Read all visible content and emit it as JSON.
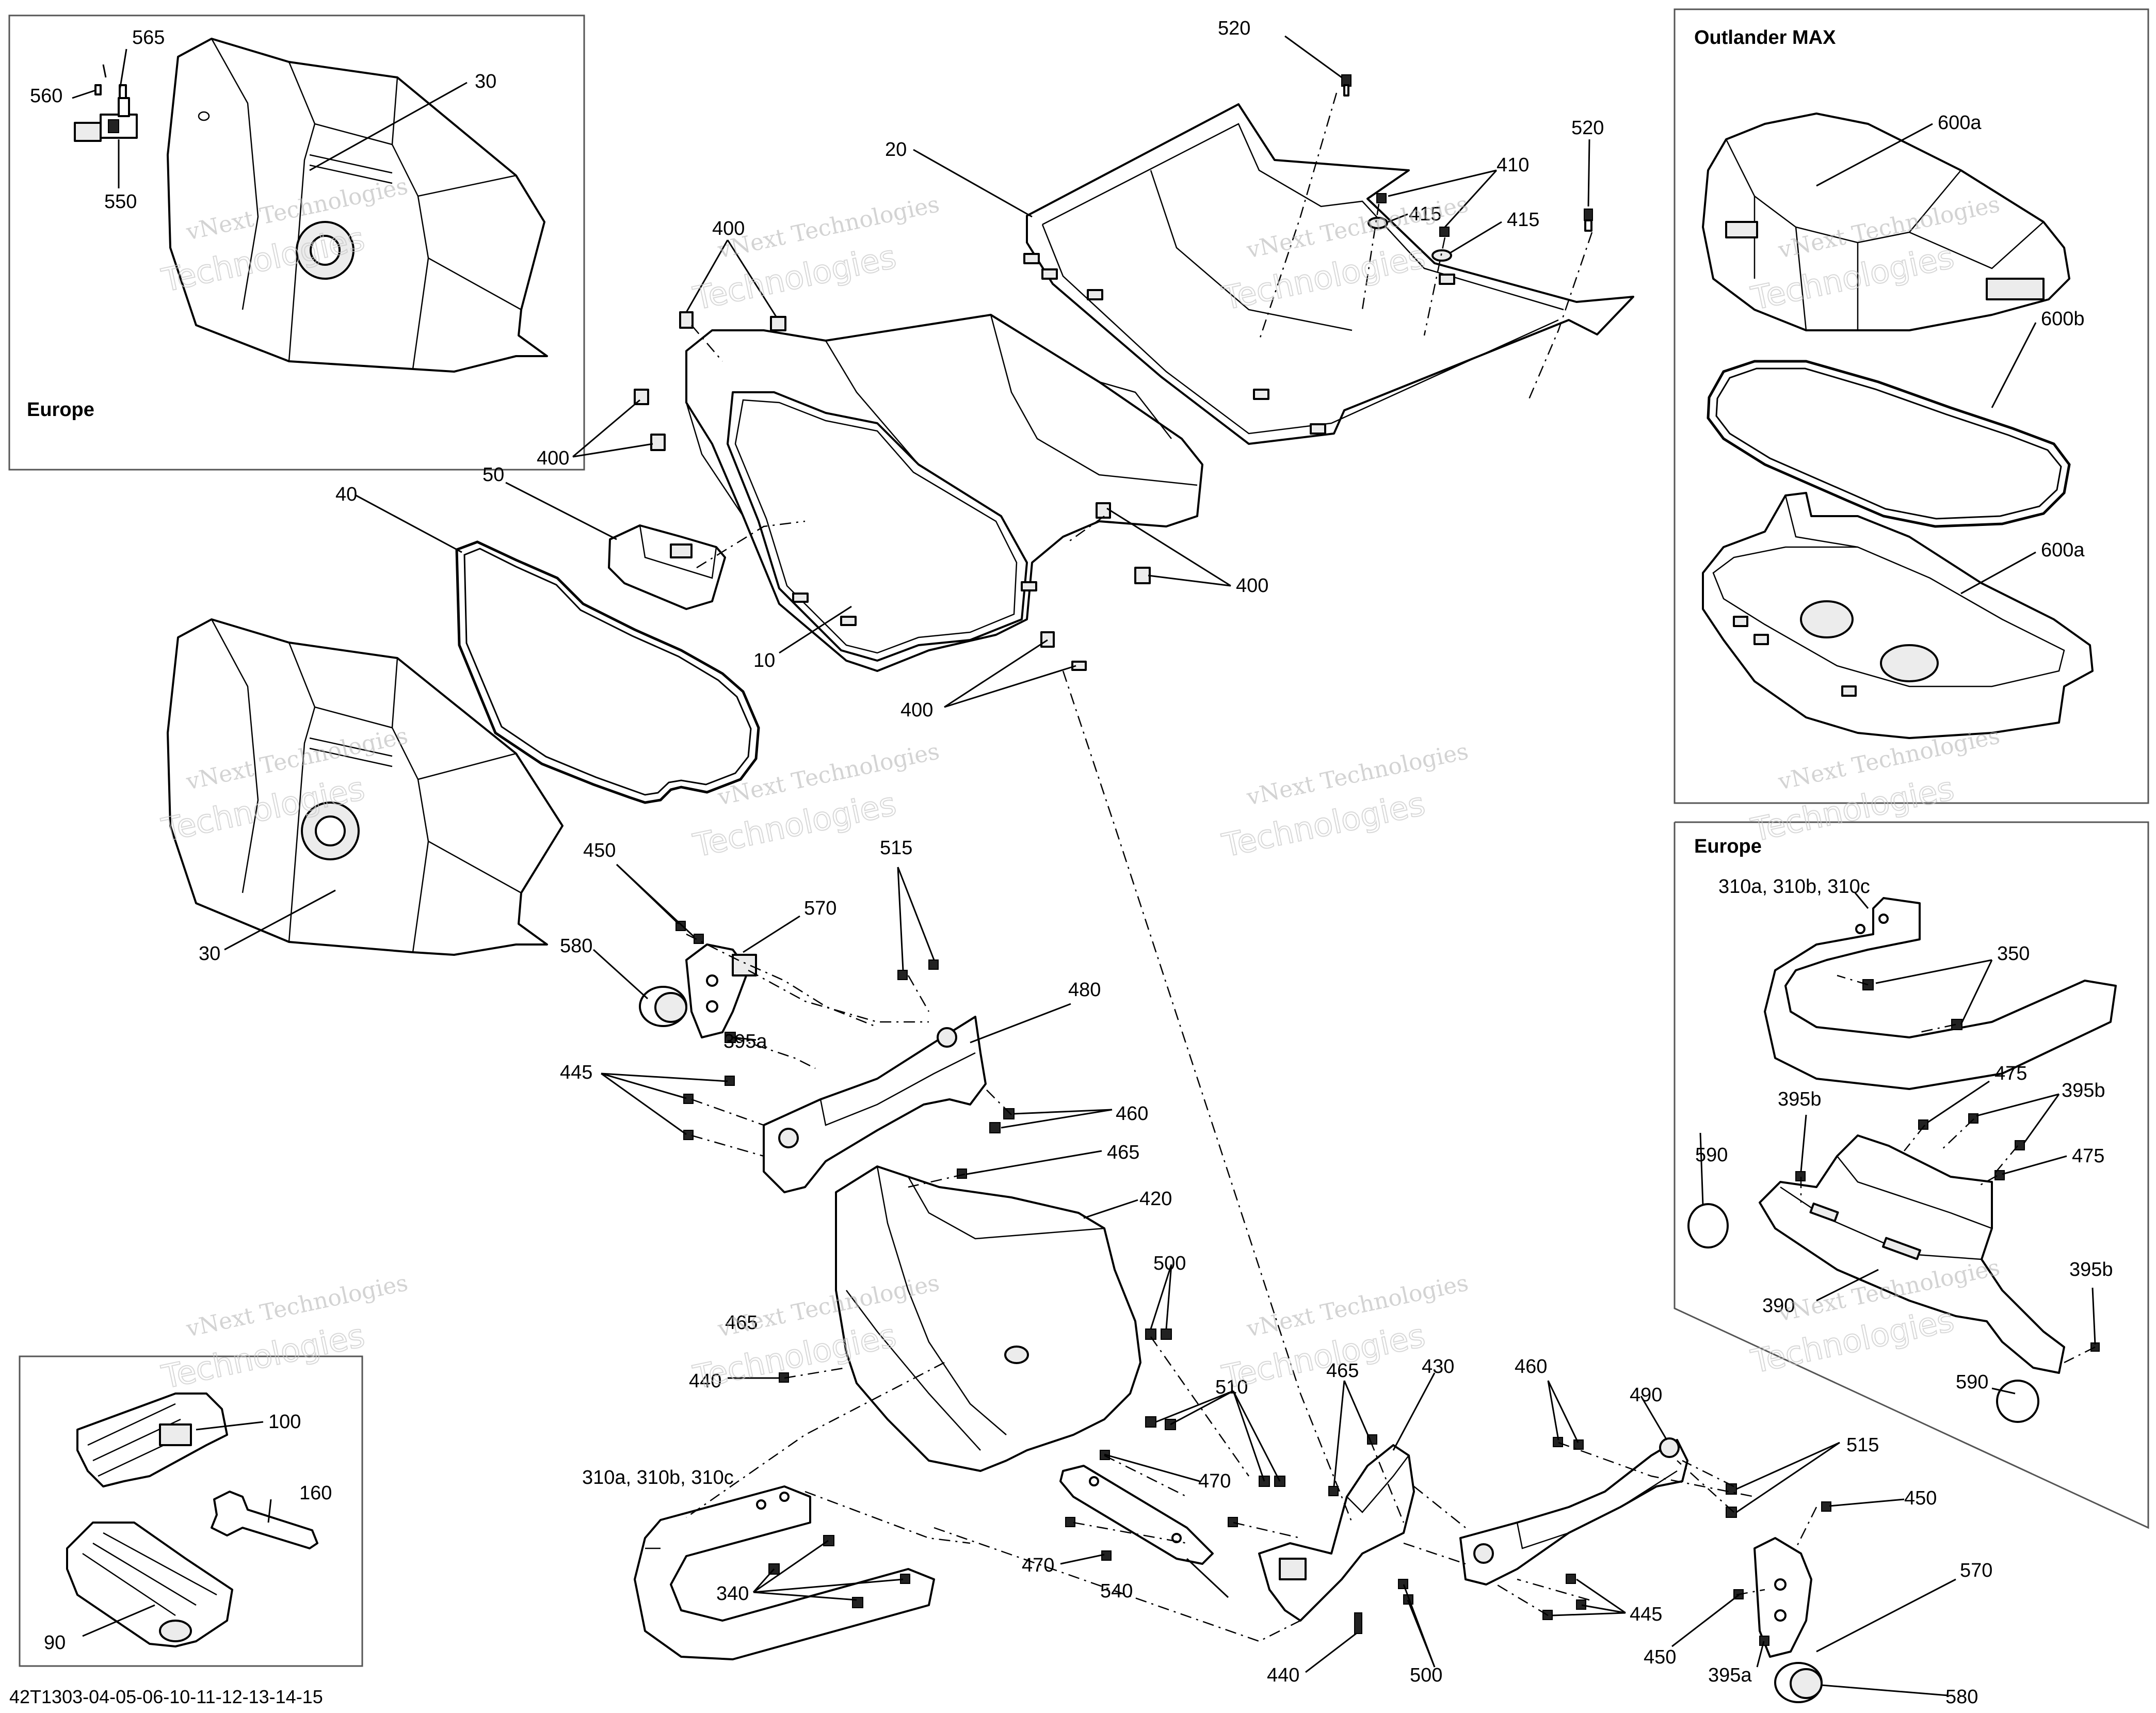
{
  "insets": {
    "europe_top": {
      "title": "Europe"
    },
    "outlander": {
      "title": "Outlander MAX"
    },
    "europe_right": {
      "title": "Europe"
    }
  },
  "labels": {
    "l565": "565",
    "l560": "560",
    "l30a": "30",
    "l550": "550",
    "l520a": "520",
    "l520b": "520",
    "l20": "20",
    "l410": "410",
    "l415a": "415",
    "l415b": "415",
    "l400a": "400",
    "l400b": "400",
    "l400c": "400",
    "l400d": "400",
    "l40": "40",
    "l50": "50",
    "l10": "10",
    "l30b": "30",
    "l600a1": "600a",
    "l600b": "600b",
    "l600a2": "600a",
    "l450a": "450",
    "l580a": "580",
    "l570a": "570",
    "l515a": "515",
    "l395a1": "395a",
    "l480": "480",
    "l445a": "445",
    "l460a": "460",
    "l465a": "465",
    "l420": "420",
    "l500a": "500",
    "l465b": "465",
    "l440a": "440",
    "l510": "510",
    "l465c": "465",
    "l430": "430",
    "l460b": "460",
    "l490": "490",
    "l515b": "515",
    "l470a": "470",
    "l470b": "470",
    "l540": "540",
    "l310a": "310a, 310b, 310c",
    "l340": "340",
    "l440b": "440",
    "l500b": "500",
    "l445b": "445",
    "l450b": "450",
    "l450c": "450",
    "l570b": "570",
    "l395a2": "395a",
    "l580b": "580",
    "l100": "100",
    "l160": "160",
    "l90": "90",
    "l310b": "310a, 310b, 310c",
    "l350": "350",
    "l475a": "475",
    "l395b1": "395b",
    "l395b2": "395b",
    "l475b": "475",
    "l590a": "590",
    "l390": "390",
    "l395b3": "395b",
    "l590b": "590"
  },
  "watermark": {
    "line1": "vNext Technologies",
    "line2": "Technologies"
  },
  "drawing_code": "42T1303-04-05-06-10-11-12-13-14-15"
}
